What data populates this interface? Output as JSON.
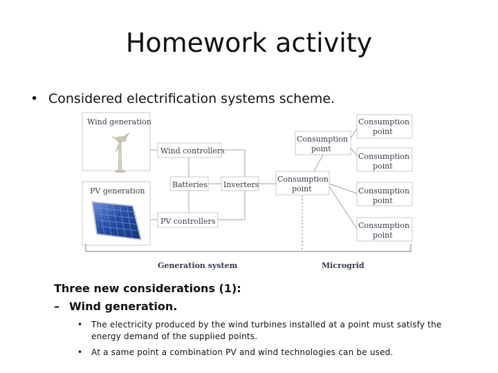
{
  "slide": {
    "title": "Homework activity",
    "main_bullet": "Considered electrification systems scheme.",
    "considerations_heading": "Three new considerations (1):",
    "sub_bullet": "Wind generation.",
    "details": [
      "The electricity produced by the wind turbines installed at a point must satisfy the energy demand of the supplied points.",
      "At a same point a combination PV and wind technologies can be used."
    ]
  },
  "diagram": {
    "labels": {
      "wind_generation": "Wind generation",
      "pv_generation": "PV generation",
      "wind_controllers": "Wind controllers",
      "batteries": "Batteries",
      "inverters": "Inverters",
      "pv_controllers": "PV controllers",
      "consumption_point": [
        "Consumption",
        "point"
      ],
      "generation_system": "Generation system",
      "microgrid": "Microgrid"
    },
    "colors": {
      "box_border": "#c8c8c8",
      "connector": "#9ea4ad",
      "text": "#333b48",
      "solar_panel": "#2f4f9f",
      "turbine": "#ded7c8"
    }
  }
}
